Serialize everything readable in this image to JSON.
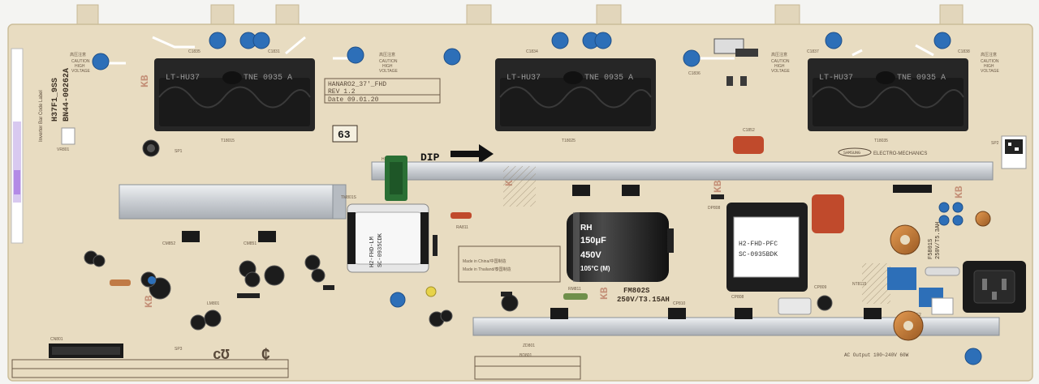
{
  "board": {
    "model_line1": "H37F1_9SS",
    "model_line2": "BN44-00262A",
    "hanaro_line1": "HANARO2_37'_FHD",
    "hanaro_line2": "REV 1.2",
    "hanaro_line3": "Date  09.01.20",
    "dip_label": "DIP",
    "inverter_label": "Inverter Bar Code Label",
    "code_63": "63"
  },
  "transformers": [
    {
      "left_text": "LT-HU37",
      "right_text": "TNE 0935 A",
      "ref": "T18015"
    },
    {
      "left_text": "LT-HU37",
      "right_text": "TNE 0935 A",
      "ref": "T18025"
    },
    {
      "left_text": "LT-HU37",
      "right_text": "TNE 0935 A",
      "ref": "T18035"
    }
  ],
  "warning": {
    "kr": "高压注意",
    "en1": "CAUTION",
    "en2": "HIGH",
    "en3": "VOLTAGE"
  },
  "capacitor_main": {
    "line1": "150μF",
    "line2": "450V",
    "line3": "105°C (M)",
    "brand": "RH"
  },
  "pfc_coil": {
    "line1": "H2-FHD-PFC",
    "line2": "SC-0935BDK"
  },
  "standby_tx": {
    "line1": "H2-FHD-LM",
    "line2": "SC-0935CDK"
  },
  "fuse_main": {
    "ref": "FM802S",
    "rating": "250V/T3.15AH"
  },
  "fuse_right": {
    "ref": "F5801S",
    "rating": "250V/T5.3AH"
  },
  "silk_marks": {
    "kb": "KB",
    "ac_output": "AC Output 100~240V 60W",
    "samsung": "SAMSUNG",
    "electro": "ELECTRO-MECHANICS",
    "made_china": "Made in China/中国制造",
    "made_thai": "Made in Thailand/泰国制造",
    "sp1": "SP1",
    "sp2": "SP2",
    "sp3": "SP3"
  },
  "ref_labels": {
    "c1835": "C1835",
    "c1831": "C1831",
    "c1834": "C1834",
    "c1836": "C1836",
    "c1837": "C1837",
    "c1838": "C1838",
    "c1852": "C1852",
    "tm801s": "TM801S",
    "hs1": "HS1",
    "hs2": "HS2",
    "cm852": "CM852",
    "cm851": "CM851",
    "ra811": "RA811",
    "cp808": "CP808",
    "cp809": "CP809",
    "cp810": "CP810",
    "nt8115": "NT8115",
    "rm811": "RM811",
    "vr801": "VR801",
    "cn801": "CN801",
    "lm801": "LM801",
    "dp808": "DP808",
    "bd801": "BD801",
    "zd801": "ZD801"
  },
  "colors": {
    "pcb": "#e8dcc1",
    "heatsink": "#d9dde2",
    "transformer": "#262626",
    "cap_blue": "#2d6fb8",
    "accent_red": "#c04a2c",
    "connector_green": "#2a6f34"
  }
}
